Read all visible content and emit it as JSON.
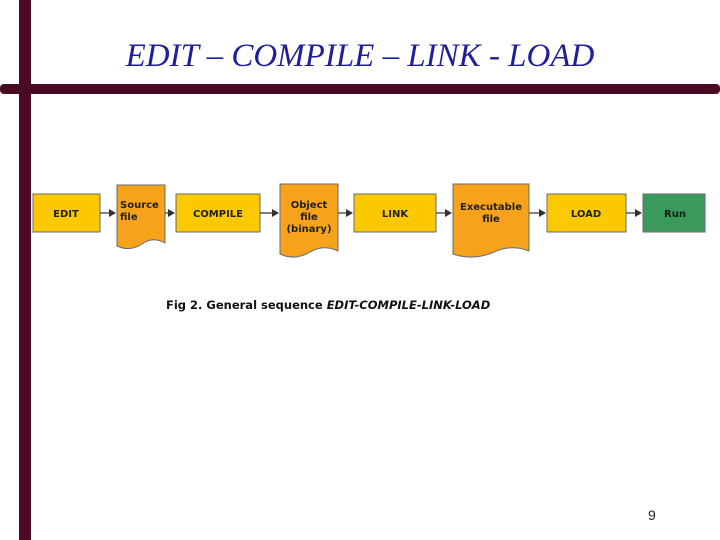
{
  "title": "EDIT – COMPILE – LINK - LOAD",
  "steps": [
    {
      "label": "EDIT",
      "kind": "process"
    },
    {
      "label": "Source file",
      "kind": "file"
    },
    {
      "label": "COMPILE",
      "kind": "process"
    },
    {
      "label": "Object file (binary)",
      "kind": "file"
    },
    {
      "label": "LINK",
      "kind": "process"
    },
    {
      "label": "Executable file",
      "kind": "file"
    },
    {
      "label": "LOAD",
      "kind": "process"
    },
    {
      "label": "Run",
      "kind": "run"
    }
  ],
  "caption": {
    "prefix": "Fig 2. General sequence ",
    "emphasis": "EDIT-COMPILE-LINK-LOAD"
  },
  "page_number": "9",
  "colors": {
    "frame": "#4a0a24",
    "title_text": "#1f1f99",
    "process_fill": "#fcc800",
    "file_fill": "#f6a21a",
    "run_fill": "#3a9a5c",
    "outline": "#6b6b6b",
    "arrow": "#333333"
  }
}
